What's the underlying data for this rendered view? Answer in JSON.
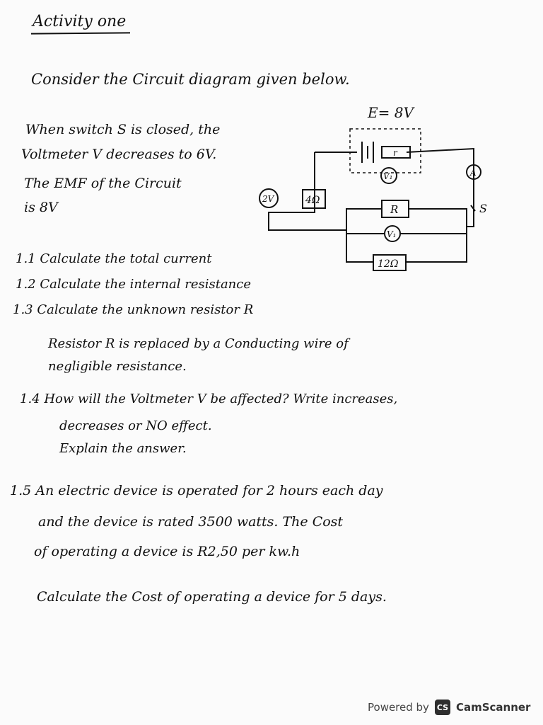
{
  "title": "Activity one",
  "intro": "Consider the Circuit diagram given below.",
  "given": {
    "line1": "When switch S is closed, the",
    "line2": "Voltmeter V decreases to 6V.",
    "line3": "The EMF of the Circuit",
    "line4": "is 8V"
  },
  "circuit": {
    "emf": "E= 8V",
    "r": "r",
    "v1_top": "V₁",
    "ammeter": "A",
    "switch": "S",
    "v_side": "2V",
    "res4": "4Ω",
    "resR": "R",
    "v1_mid": "V₁",
    "res12": "12Ω"
  },
  "questions": {
    "q1_1": "1.1 Calculate the total current",
    "q1_2": "1.2 Calculate the internal resistance",
    "q1_3": "1.3 Calculate the unknown resistor R",
    "note1": "Resistor R is replaced by a Conducting wire of",
    "note2": "negligible resistance.",
    "q1_4a": "1.4 How will the Voltmeter V be affected? Write increases,",
    "q1_4b": "decreases or NO effect.",
    "q1_4c": "Explain the answer.",
    "q1_5a": "1.5 An electric device is operated for 2 hours each day",
    "q1_5b": "and the device is rated 3500 watts. The Cost",
    "q1_5c": "of operating a device is R2,50 per kw.h",
    "q1_5d": "Calculate the Cost of operating a device for 5 days."
  },
  "footer": {
    "powered": "Powered by",
    "logo": "CS",
    "brand": "CamScanner"
  }
}
